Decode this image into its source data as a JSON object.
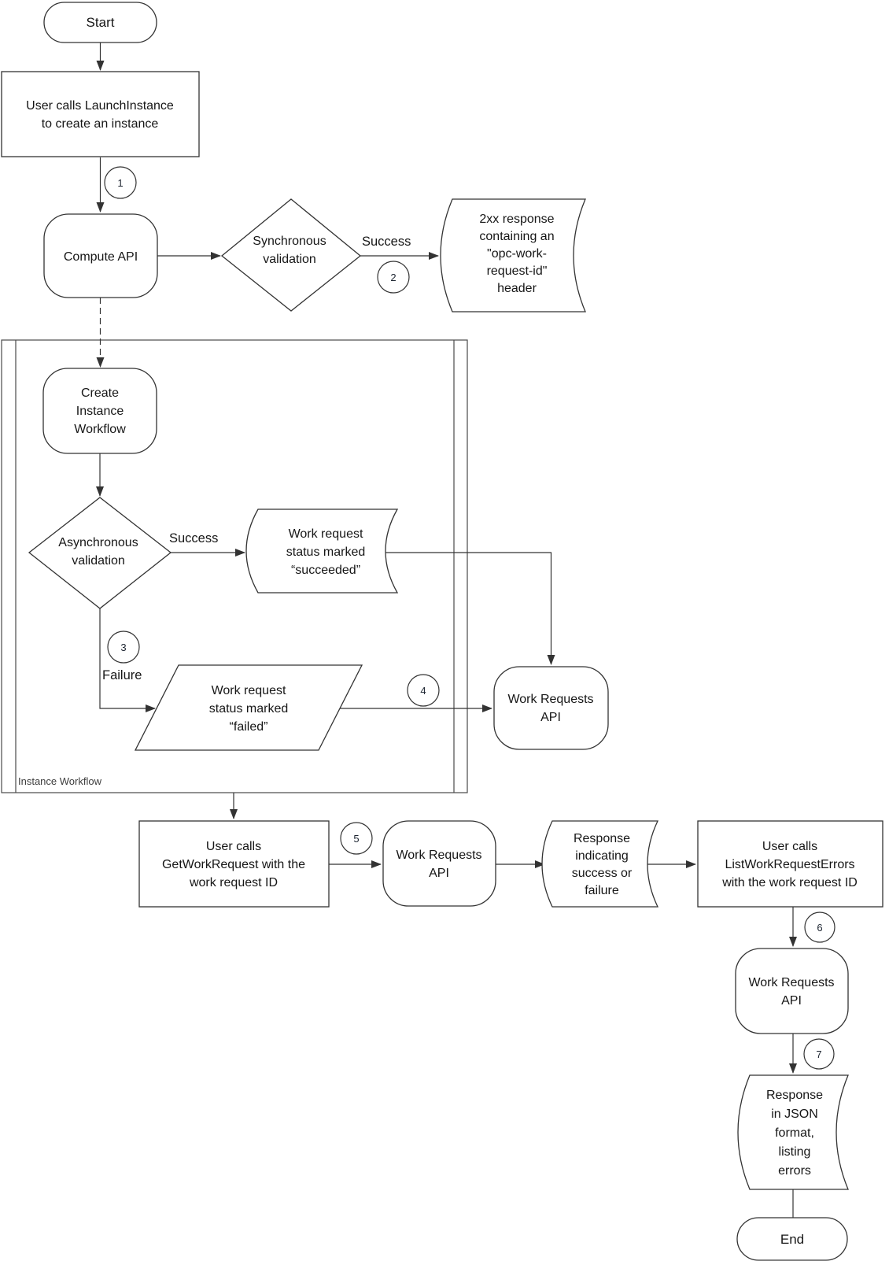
{
  "diagram": {
    "container_label": "Instance Workflow",
    "colors": {
      "background": "#ffffff",
      "shape_fill": "#ffffff",
      "shape_stroke": "#333333",
      "text": "#161616"
    },
    "nodes": {
      "start": {
        "type": "terminator",
        "label": "Start"
      },
      "launch_instance": {
        "type": "process",
        "lines": [
          "User calls LaunchInstance",
          "to create an instance"
        ]
      },
      "compute_api": {
        "type": "rounded-process",
        "label": "Compute API"
      },
      "sync_validation": {
        "type": "decision",
        "lines": [
          "Synchronous",
          "validation"
        ]
      },
      "response_2xx": {
        "type": "stored-data",
        "lines": [
          "2xx response",
          "containing an",
          "\"opc-work-",
          "request-id\"",
          "header"
        ]
      },
      "create_instance_workflow": {
        "type": "rounded-process",
        "lines": [
          "Create",
          "Instance",
          "Workflow"
        ]
      },
      "async_validation": {
        "type": "decision",
        "lines": [
          "Asynchronous",
          "validation"
        ]
      },
      "wr_succeeded": {
        "type": "stored-data",
        "lines": [
          "Work request",
          "status marked",
          "“succeeded”"
        ]
      },
      "wr_failed": {
        "type": "input-output",
        "lines": [
          "Work request",
          "status marked",
          "“failed”"
        ]
      },
      "work_requests_api_1": {
        "type": "rounded-process",
        "lines": [
          "Work Requests",
          "API"
        ]
      },
      "get_work_request": {
        "type": "process",
        "lines": [
          "User calls",
          "GetWorkRequest with the",
          "work request ID"
        ]
      },
      "work_requests_api_2": {
        "type": "rounded-process",
        "lines": [
          "Work Requests",
          "API"
        ]
      },
      "response_status": {
        "type": "stored-data",
        "lines": [
          "Response",
          "indicating",
          "success or",
          "failure"
        ]
      },
      "list_work_request_errors": {
        "type": "process",
        "lines": [
          "User calls",
          "ListWorkRequestErrors",
          "with the work request ID"
        ]
      },
      "work_requests_api_3": {
        "type": "rounded-process",
        "lines": [
          "Work Requests",
          "API"
        ]
      },
      "response_json": {
        "type": "stored-data",
        "lines": [
          "Response",
          "in JSON",
          "format,",
          "listing",
          "errors"
        ]
      },
      "end": {
        "type": "terminator",
        "label": "End"
      }
    },
    "edge_labels": {
      "success_sync": "Success",
      "success_async": "Success",
      "failure": "Failure"
    },
    "steps": [
      "1",
      "2",
      "3",
      "4",
      "5",
      "6",
      "7"
    ]
  }
}
